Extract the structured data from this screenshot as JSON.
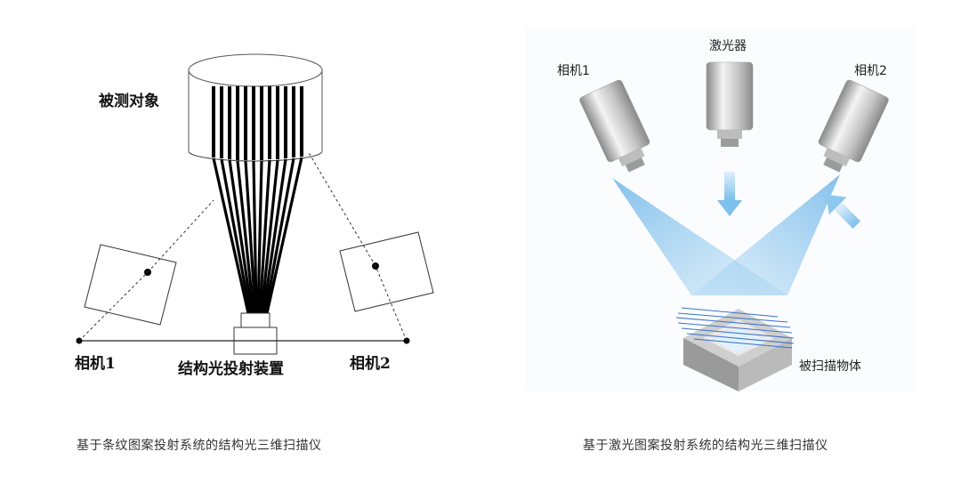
{
  "left_diagram": {
    "object_label": "被测对象",
    "camera1_label": "相机1",
    "camera2_label": "相机2",
    "projector_label": "结构光投射装置",
    "caption": "基于条纹图案投射系统的结构光三维扫描仪"
  },
  "right_diagram": {
    "laser_label": "激光器",
    "camera1_label": "相机1",
    "camera2_label": "相机2",
    "object_label": "被扫描物体",
    "caption": "基于激光图案投射系统的结构光三维扫描仪",
    "colors": {
      "beam": "#6fb6e8",
      "arrow": "#8cc8ee",
      "lens_gray": "#a0a0a0",
      "object_gray": "#9a9a9a",
      "laser_lines": "#3b73c8"
    }
  }
}
